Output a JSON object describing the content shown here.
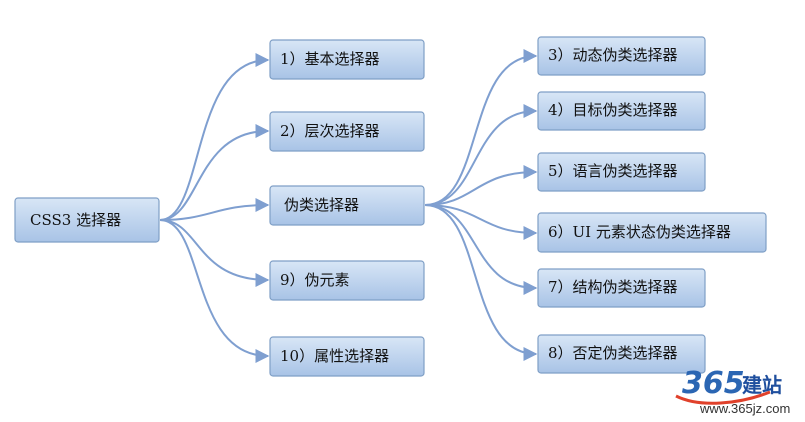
{
  "colors": {
    "box_top": "#d8e6f6",
    "box_bottom": "#a8c3e6",
    "box_border": "#7f9fc6",
    "edge": "#7f9fd0"
  },
  "root": {
    "label": "CSS3  选择器"
  },
  "level1": [
    {
      "label": "1）基本选择器"
    },
    {
      "label": "2）层次选择器"
    },
    {
      "label": "伪类选择器"
    },
    {
      "label": "9）伪元素"
    },
    {
      "label": "10）属性选择器"
    }
  ],
  "level2": [
    {
      "label": "3）动态伪类选择器"
    },
    {
      "label": "4）目标伪类选择器"
    },
    {
      "label": "5）语言伪类选择器"
    },
    {
      "label": "6）UI 元素状态伪类选择器"
    },
    {
      "label": "7）结构伪类选择器"
    },
    {
      "label": "8）否定伪类选择器"
    }
  ],
  "watermark": {
    "digits": "365",
    "name": "建站",
    "url": "www.365jz.com"
  }
}
